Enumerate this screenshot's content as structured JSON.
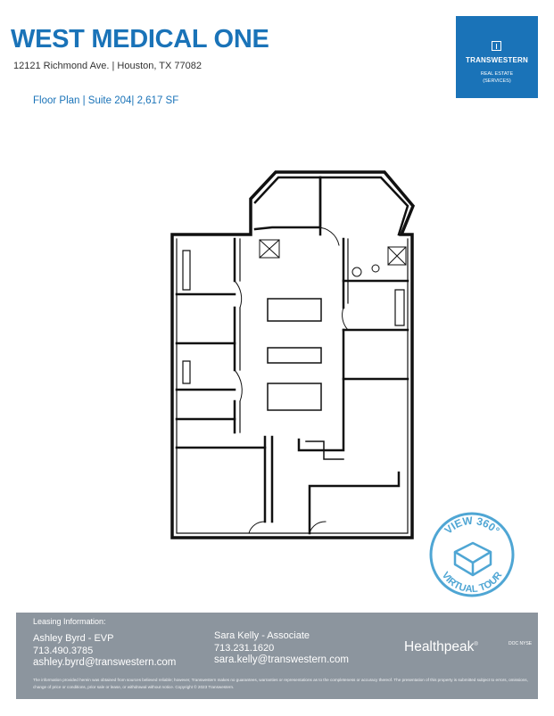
{
  "header": {
    "title": "WEST MEDICAL ONE",
    "address": "12121 Richmond Ave. | Houston, TX 77082",
    "subtitle": "Floor Plan | Suite 204| 2,617 SF"
  },
  "logo": {
    "name": "TRANSWESTERN",
    "line1": "REAL ESTATE",
    "line2": "(SERVICES)",
    "background": "#1a73b8",
    "icon": "transwestern-mark-icon"
  },
  "badge": {
    "icon": "virtual-tour-360-icon",
    "top_text": "VIEW 360°",
    "bottom_text": "VIRTUAL TOUR",
    "color": "#4fa6d4"
  },
  "footer": {
    "label": "Leasing Information:",
    "background": "#8c959e",
    "contacts": [
      {
        "name_title": "Ashley Byrd - EVP",
        "phone": "713.490.3785",
        "email": "ashley.byrd@transwestern.com"
      },
      {
        "name_title": "Sara Kelly - Associate",
        "phone": "713.231.1620",
        "email": "sara.kelly@transwestern.com"
      }
    ],
    "brand": "Healthpeak",
    "brand_mark": "®",
    "side_text": "DOC  NYSE",
    "disclaimer": "The information provided herein was obtained from sources believed reliable; however, Transwestern makes no guarantees, warranties or representations as to the completeness or accuracy thereof. The presentation of this property is submitted subject to errors, omissions, change of price or conditions, prior sale or lease, or withdrawal without notice. Copyright © 2023 Transwestern."
  }
}
